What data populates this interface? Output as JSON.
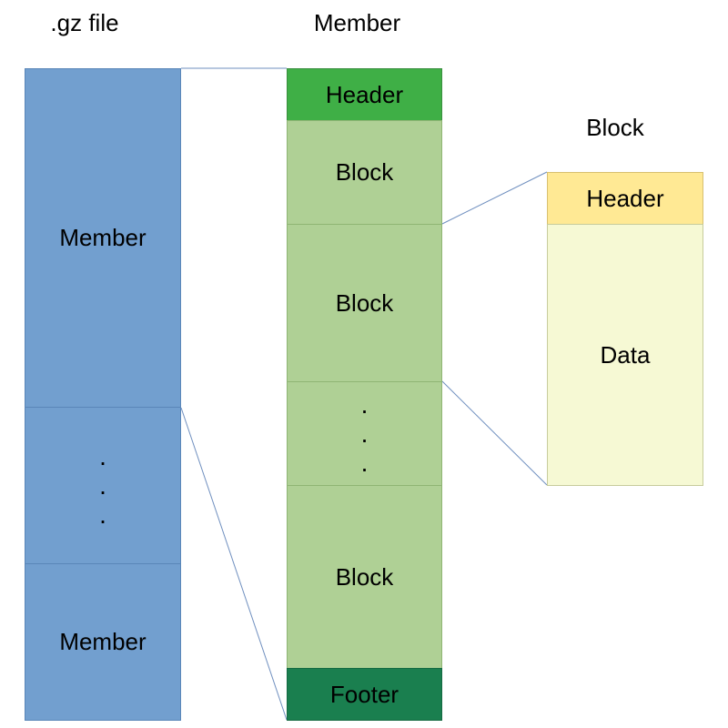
{
  "titles": {
    "gz_file": ".gz file",
    "member": "Member",
    "block": "Block"
  },
  "gz_file": {
    "segments": [
      "Member",
      ".",
      ".",
      ".",
      "Member"
    ]
  },
  "member": {
    "header": "Header",
    "block_1": "Block",
    "block_2": "Block",
    "ellipsis": [
      ".",
      ".",
      "."
    ],
    "block_3": "Block",
    "footer": "Footer"
  },
  "block": {
    "header": "Header",
    "data": "Data"
  },
  "colors": {
    "gz_member": "#729fcf",
    "member_header": "#3faf46",
    "member_block": "#afd095",
    "member_footer": "#1a7f4f",
    "block_header": "#ffe994",
    "block_data": "#f6f9d4",
    "connector": "#6f8fbf"
  }
}
